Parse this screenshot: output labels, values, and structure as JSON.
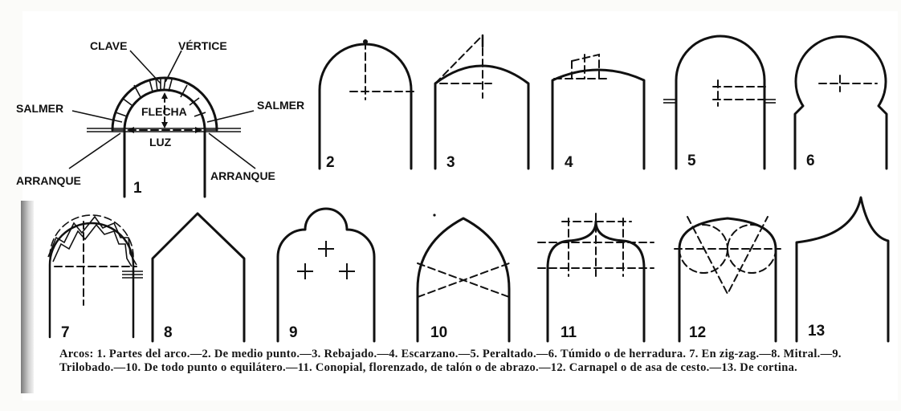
{
  "figure": {
    "part_labels": {
      "clave": "CLAVE",
      "vertice": "VÉRTICE",
      "salmer_left": "SALMER",
      "salmer_right": "SALMER",
      "flecha": "FLECHA",
      "luz": "LUZ",
      "arranque_left": "ARRANQUE",
      "arranque_right": "ARRANQUE"
    },
    "numbers": [
      "1",
      "2",
      "3",
      "4",
      "5",
      "6",
      "7",
      "8",
      "9",
      "10",
      "11",
      "12",
      "13"
    ]
  },
  "caption": {
    "lead": "Arcos:",
    "text": " 1. Partes del arco.—2. De medio punto.—3. Rebajado.—4. Escarzano.—5. Peraltado.—6. Túmido o de herradura. 7. En zig-zag.—8. Mitral.—9. Trilobado.—10. De todo punto o equilátero.—11. Conopial, florenzado, de talón o de abrazo.—12. Carnapel o de asa de cesto.—13. De cortina."
  }
}
